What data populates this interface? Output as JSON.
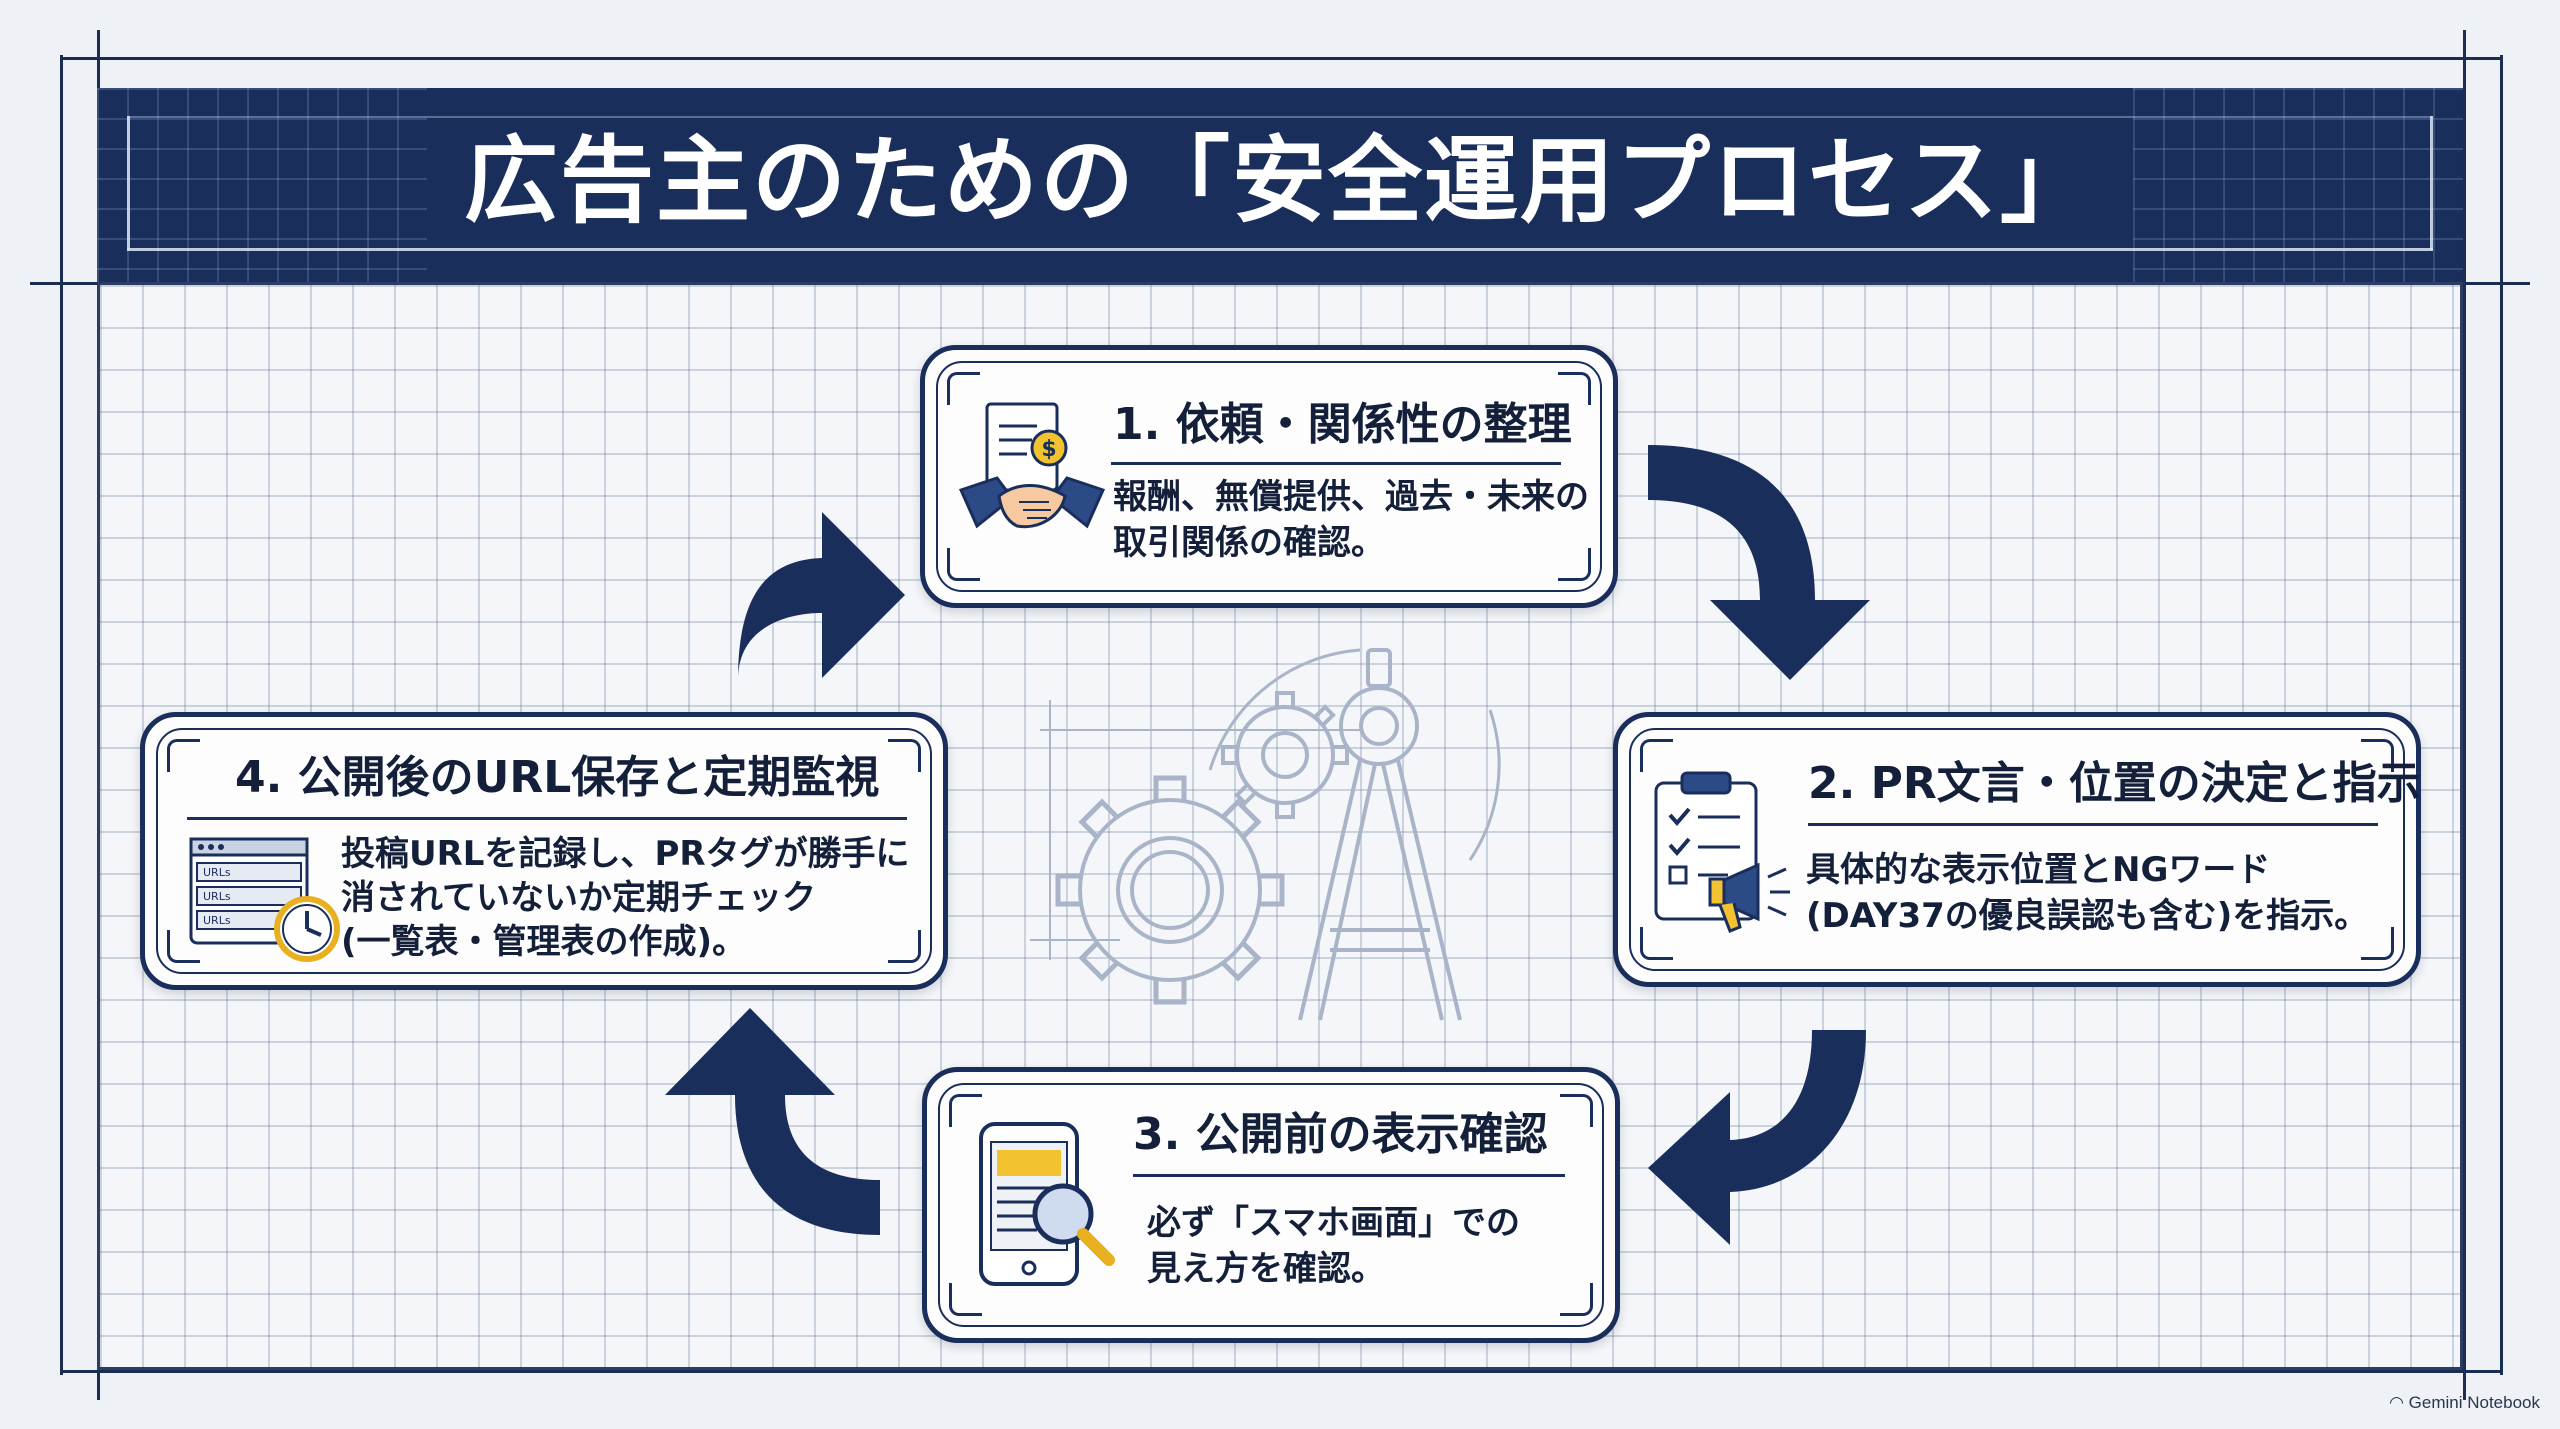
{
  "title": "広告主のための「安全運用プロセス」",
  "steps": [
    {
      "title": "1. 依頼・関係性の整理",
      "desc_line1": "報酬、無償提供、過去・未来の",
      "desc_line2": "取引関係の確認。",
      "icon": "document-handshake-icon"
    },
    {
      "title": "2. PR文言・位置の決定と指示",
      "desc_line1": "具体的な表示位置とNGワード",
      "desc_line2": "(DAY37の優良誤認も含む)を指示。",
      "icon": "clipboard-megaphone-icon"
    },
    {
      "title": "3. 公開前の表示確認",
      "desc_line1": "必ず「スマホ画面」での",
      "desc_line2": "見え方を確認。",
      "icon": "phone-magnifier-icon"
    },
    {
      "title": "4. 公開後のURL保存と定期監視",
      "desc_line1": "投稿URLを記録し、PRタグが勝手に",
      "desc_line2": "消されていないか定期チェック",
      "desc_line3": "(一覧表・管理表の作成)。",
      "icon": "url-list-clock-icon",
      "icon_text": [
        "URLs",
        "URLs",
        "URLs"
      ]
    }
  ],
  "watermark": "Gemini Notebook",
  "colors": {
    "navy": "#1a2e5c",
    "background": "#eef1f5",
    "accent_gold": "#e8b020",
    "card_bg": "#fdfdfe"
  }
}
